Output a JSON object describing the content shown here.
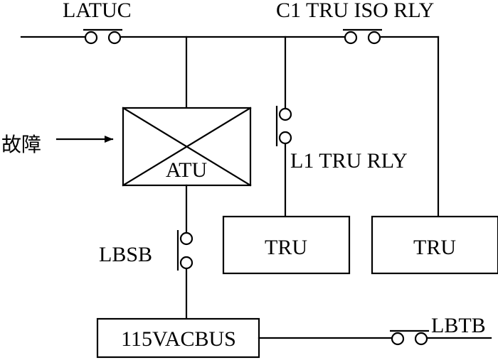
{
  "labels": {
    "latuc": "LATUC",
    "c1_tru_iso_rly": "C1 TRU ISO RLY",
    "fault": "故障",
    "atu": "ATU",
    "l1_tru_rly": "L1 TRU RLY",
    "lbsb": "LBSB",
    "tru_left": "TRU",
    "tru_right": "TRU",
    "bus": "115VACBUS",
    "lbtb": "LBTB"
  }
}
